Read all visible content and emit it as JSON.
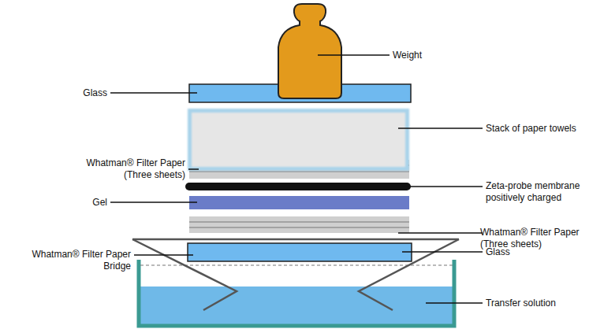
{
  "diagram": {
    "labels": [
      "Weight",
      "Glass",
      "Stack of paper towels",
      "Whatman® Filter Paper (Three sheets)",
      "Zeta-probe membrane positively charged",
      "Gel",
      "Whatman® Filter Paper (Three sheets)",
      "Whatman® Filter Paper Bridge",
      "Glass",
      "Transfer solution"
    ]
  }
}
